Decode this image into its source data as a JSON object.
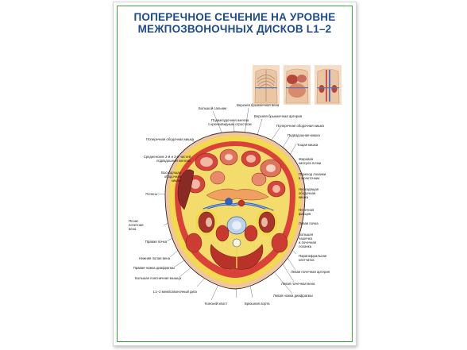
{
  "poster": {
    "title_line1": "ПОПЕРЕЧНОЕ СЕЧЕНИЕ НА УРОВНЕ",
    "title_line2": "МЕЖПОЗВОНОЧНЫХ ДИСКОВ L1–2"
  },
  "labels": {
    "bolshoy_salnik": "Большой сальник",
    "pzh_1": "Поджелудочная железа",
    "pzh_2": "с крючковидным отростком",
    "poperech_obod_left": "Поперечная ободочная кишка",
    "sred_1": "Средненские 2-й и 3-й частей",
    "sred_2": "подвздошной железы",
    "voskhod_1": "Восходящая",
    "voskhod_2": "ободочная",
    "voskhod_3": "кишка",
    "pechen": "Печень",
    "psoas_1": "Псоас",
    "psoas_2": "почечная",
    "psoas_3": "вена",
    "prav_pochka": "Правая почка",
    "nizh_vena": "Нижняя полая вена",
    "prav_nozhka": "Правая ножка диафрагмы",
    "bolsh_poyas": "Большая поясничная мышца",
    "disk": "L1–2 межпозвоночный диск",
    "spinnoy_vestnik": "Конский хвост",
    "bryush_aorta": "Брюшная аорта",
    "verkh_vena": "Верхняя брыжеечная вена",
    "verkh_arteria": "Верхняя брыжеечная артерия",
    "poperech_obod_right": "Поперечная ободочная кишка",
    "podvzdosh": "Подвздошная кишка",
    "toshchaya": "Тощая кишка",
    "zhir_1": "Жировая",
    "zhir_2": "капсула почки",
    "perekhod_1": "Переход лоханки",
    "perekhod_2": "в мочеточник",
    "niskh_1": "Нисходящая",
    "niskh_2": "ободочная",
    "niskh_3": "кишка",
    "pochech_1": "Почечная",
    "pochech_2": "фасция",
    "leva_pochka": "Левая почка",
    "bol_1": "Большая",
    "bol_2": "чашечка",
    "bol_3": "и почечная",
    "bol_4": "лоханка",
    "para_1": "Паранефральная",
    "para_2": "клетчатка",
    "leva_arteria": "Левая почечная артерия",
    "leva_vena": "Левая почечная вена",
    "leva_nozhka": "Левая ножка диафрагмы"
  },
  "thumbnails": [
    "torso-front-skeleton",
    "torso-front-organs",
    "torso-front-vessels"
  ],
  "colors": {
    "frame": "#3aa83a",
    "title": "#1c4a8c",
    "fat": "#f2d94e",
    "muscle": "#d9413a",
    "skin": "#f0c6a0"
  }
}
